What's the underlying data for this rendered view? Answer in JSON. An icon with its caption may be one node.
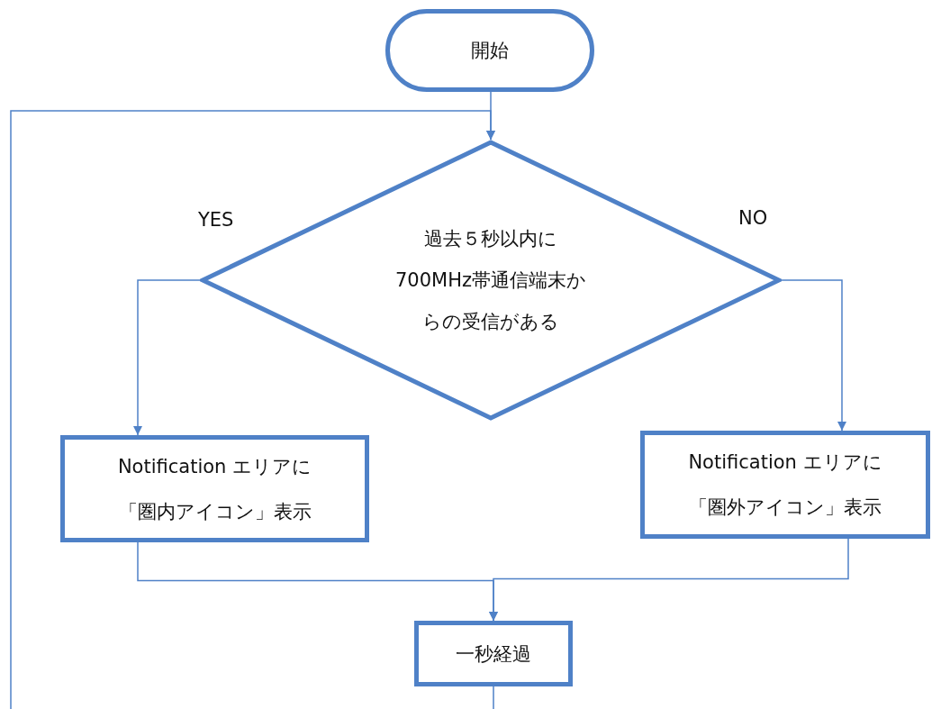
{
  "diagram": {
    "nodes": [
      {
        "text": [
          "開始"
        ]
      },
      {
        "text": [
          "過去５秒以内に700MHz帯通信端末からの受信がある"
        ]
      },
      {
        "text": [
          "Notification エリアに「圏内アイコン」表示"
        ]
      },
      {
        "text": [
          "Notification エリアに「圏外アイコン」表示"
        ]
      },
      {
        "text": [
          "一秒経過"
        ]
      }
    ],
    "edges": [
      {
        "from": 0,
        "to": 1,
        "arrow": "to"
      },
      {
        "from": 1,
        "to": 2,
        "arrow": "to",
        "label": "YES"
      },
      {
        "from": 1,
        "to": 3,
        "arrow": "to",
        "label": "NO"
      },
      {
        "from": 2,
        "to": 4,
        "arrow": "to"
      },
      {
        "from": 3,
        "to": 4,
        "arrow": "to"
      },
      {
        "from": 4,
        "to": 1,
        "arrow": "to"
      }
    ]
  }
}
